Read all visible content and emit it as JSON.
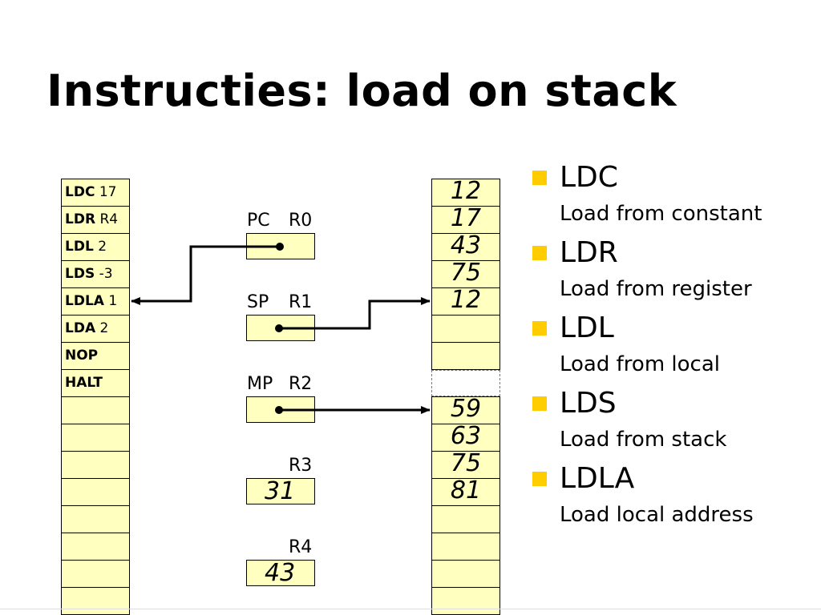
{
  "title": "Instructies: load on stack",
  "code": [
    {
      "op": "LDC",
      "arg": "17"
    },
    {
      "op": "LDR",
      "arg": "R4"
    },
    {
      "op": "LDL",
      "arg": "2"
    },
    {
      "op": "LDS",
      "arg": "-3"
    },
    {
      "op": "LDLA",
      "arg": "1"
    },
    {
      "op": "LDA",
      "arg": "2"
    },
    {
      "op": "NOP",
      "arg": ""
    },
    {
      "op": "HALT",
      "arg": ""
    }
  ],
  "registers": [
    {
      "alias": "PC",
      "name": "R0",
      "value": ""
    },
    {
      "alias": "SP",
      "name": "R1",
      "value": ""
    },
    {
      "alias": "MP",
      "name": "R2",
      "value": ""
    },
    {
      "alias": "",
      "name": "R3",
      "value": "31"
    },
    {
      "alias": "",
      "name": "R4",
      "value": "43"
    }
  ],
  "stack_top": [
    "12",
    "17",
    "43",
    "75",
    "12",
    "",
    ""
  ],
  "stack_bottom": [
    "59",
    "63",
    "75",
    "81",
    "",
    "",
    "",
    ""
  ],
  "instructions": [
    {
      "name": "LDC",
      "desc": "Load from constant"
    },
    {
      "name": "LDR",
      "desc": "Load from register"
    },
    {
      "name": "LDL",
      "desc": "Load from local"
    },
    {
      "name": "LDS",
      "desc": "Load from stack"
    },
    {
      "name": "LDLA",
      "desc": "Load local address"
    }
  ],
  "colors": {
    "cell": "#ffffc0",
    "bullet": "#ffcc00"
  }
}
